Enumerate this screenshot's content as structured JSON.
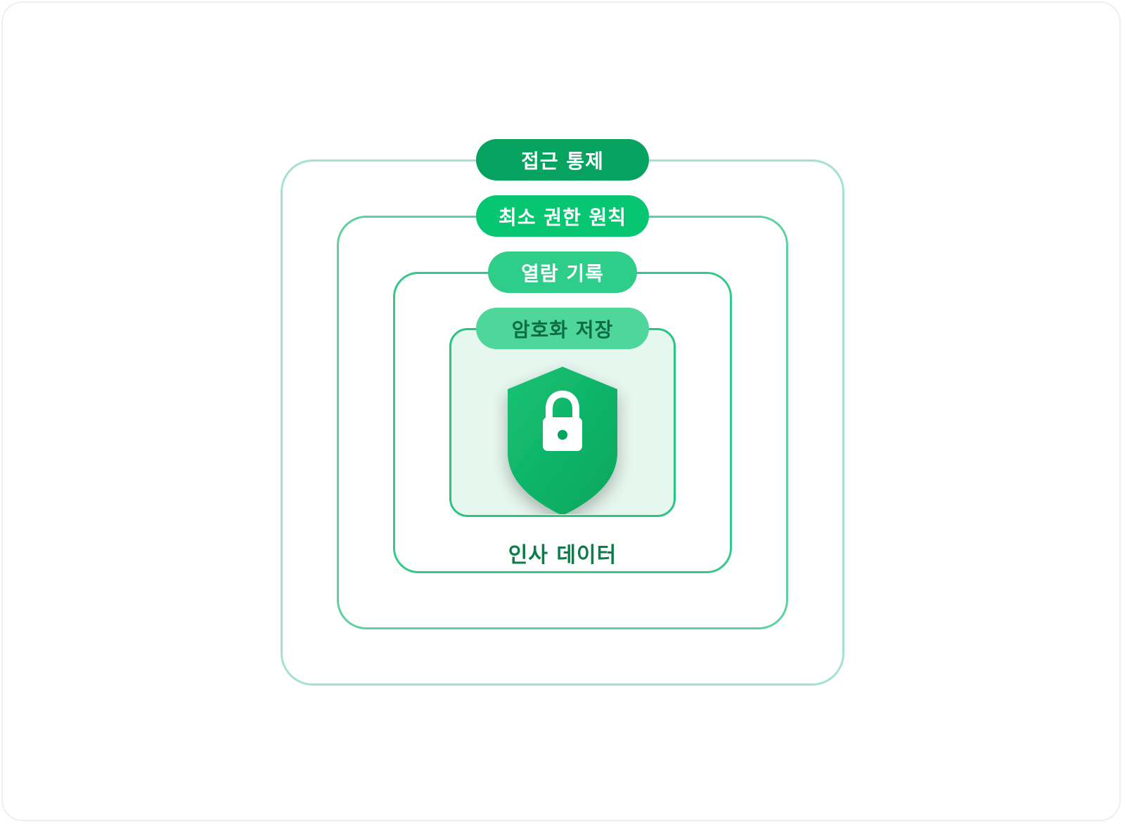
{
  "diagram": {
    "layers": [
      {
        "label": "접근 통제"
      },
      {
        "label": "최소 권한 원칙"
      },
      {
        "label": "열람 기록"
      },
      {
        "label": "암호화 저장"
      }
    ],
    "core": {
      "label": "인사 데이터",
      "icon": "shield-lock-icon"
    }
  },
  "colors": {
    "layer_1": "#06a25f",
    "layer_2": "#06c671",
    "layer_3": "#2ecd89",
    "layer_4": "#4ed69b",
    "core_text": "#0b7d4a",
    "core_fill": "#e6f7ef"
  }
}
